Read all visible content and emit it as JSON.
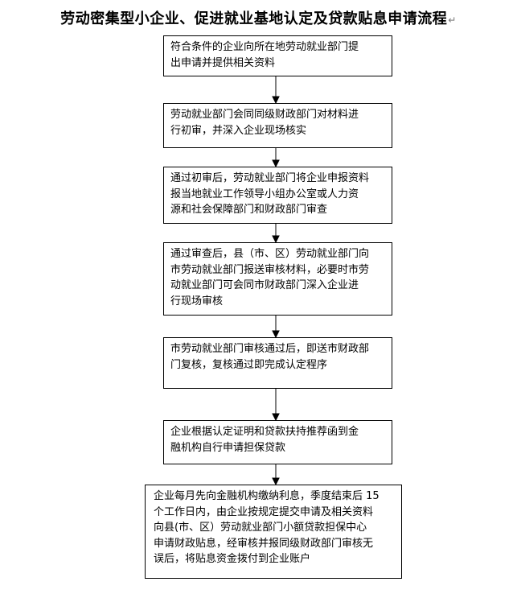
{
  "title": "劳动密集型小企业、促进就业基地认定及贷款贴息申请流程",
  "title_mark": "↵",
  "steps": [
    {
      "lines": [
        "符合条件的企业向所在地劳动就业部门提",
        "出申请并提供相关资料"
      ]
    },
    {
      "lines": [
        "劳动就业部门会同同级财政部门对材料进",
        "行初审，并深入企业现场核实"
      ]
    },
    {
      "lines": [
        "通过初审后，劳动就业部门将企业申报资料",
        "报当地就业工作领导小组办公室或人力资",
        "源和社会保障部门和财政部门审查"
      ]
    },
    {
      "lines": [
        "通过审查后，县（市、区）劳动就业部门向",
        "市劳动就业部门报送审核材料，必要时市劳",
        "动就业部门可会同市财政部门深入企业进",
        "行现场审核"
      ]
    },
    {
      "lines": [
        "市劳动就业部门审核通过后，即送市财政部",
        "门复核，复核通过即完成认定程序"
      ]
    },
    {
      "lines": [
        "企业根据认定证明和贷款扶持推荐函到金",
        "融机构自行申请担保贷款"
      ]
    },
    {
      "lines": [
        "企业每月先向金融机构缴纳利息，季度结束后 15",
        "个工作日内，由企业按规定提交申请及相关资料",
        "向县(市、区）劳动就业部门小额贷款担保中心",
        "申请财政贴息，经审核并报同级财政部门审核无",
        "误后，将贴息资金拨付到企业账户"
      ]
    }
  ]
}
